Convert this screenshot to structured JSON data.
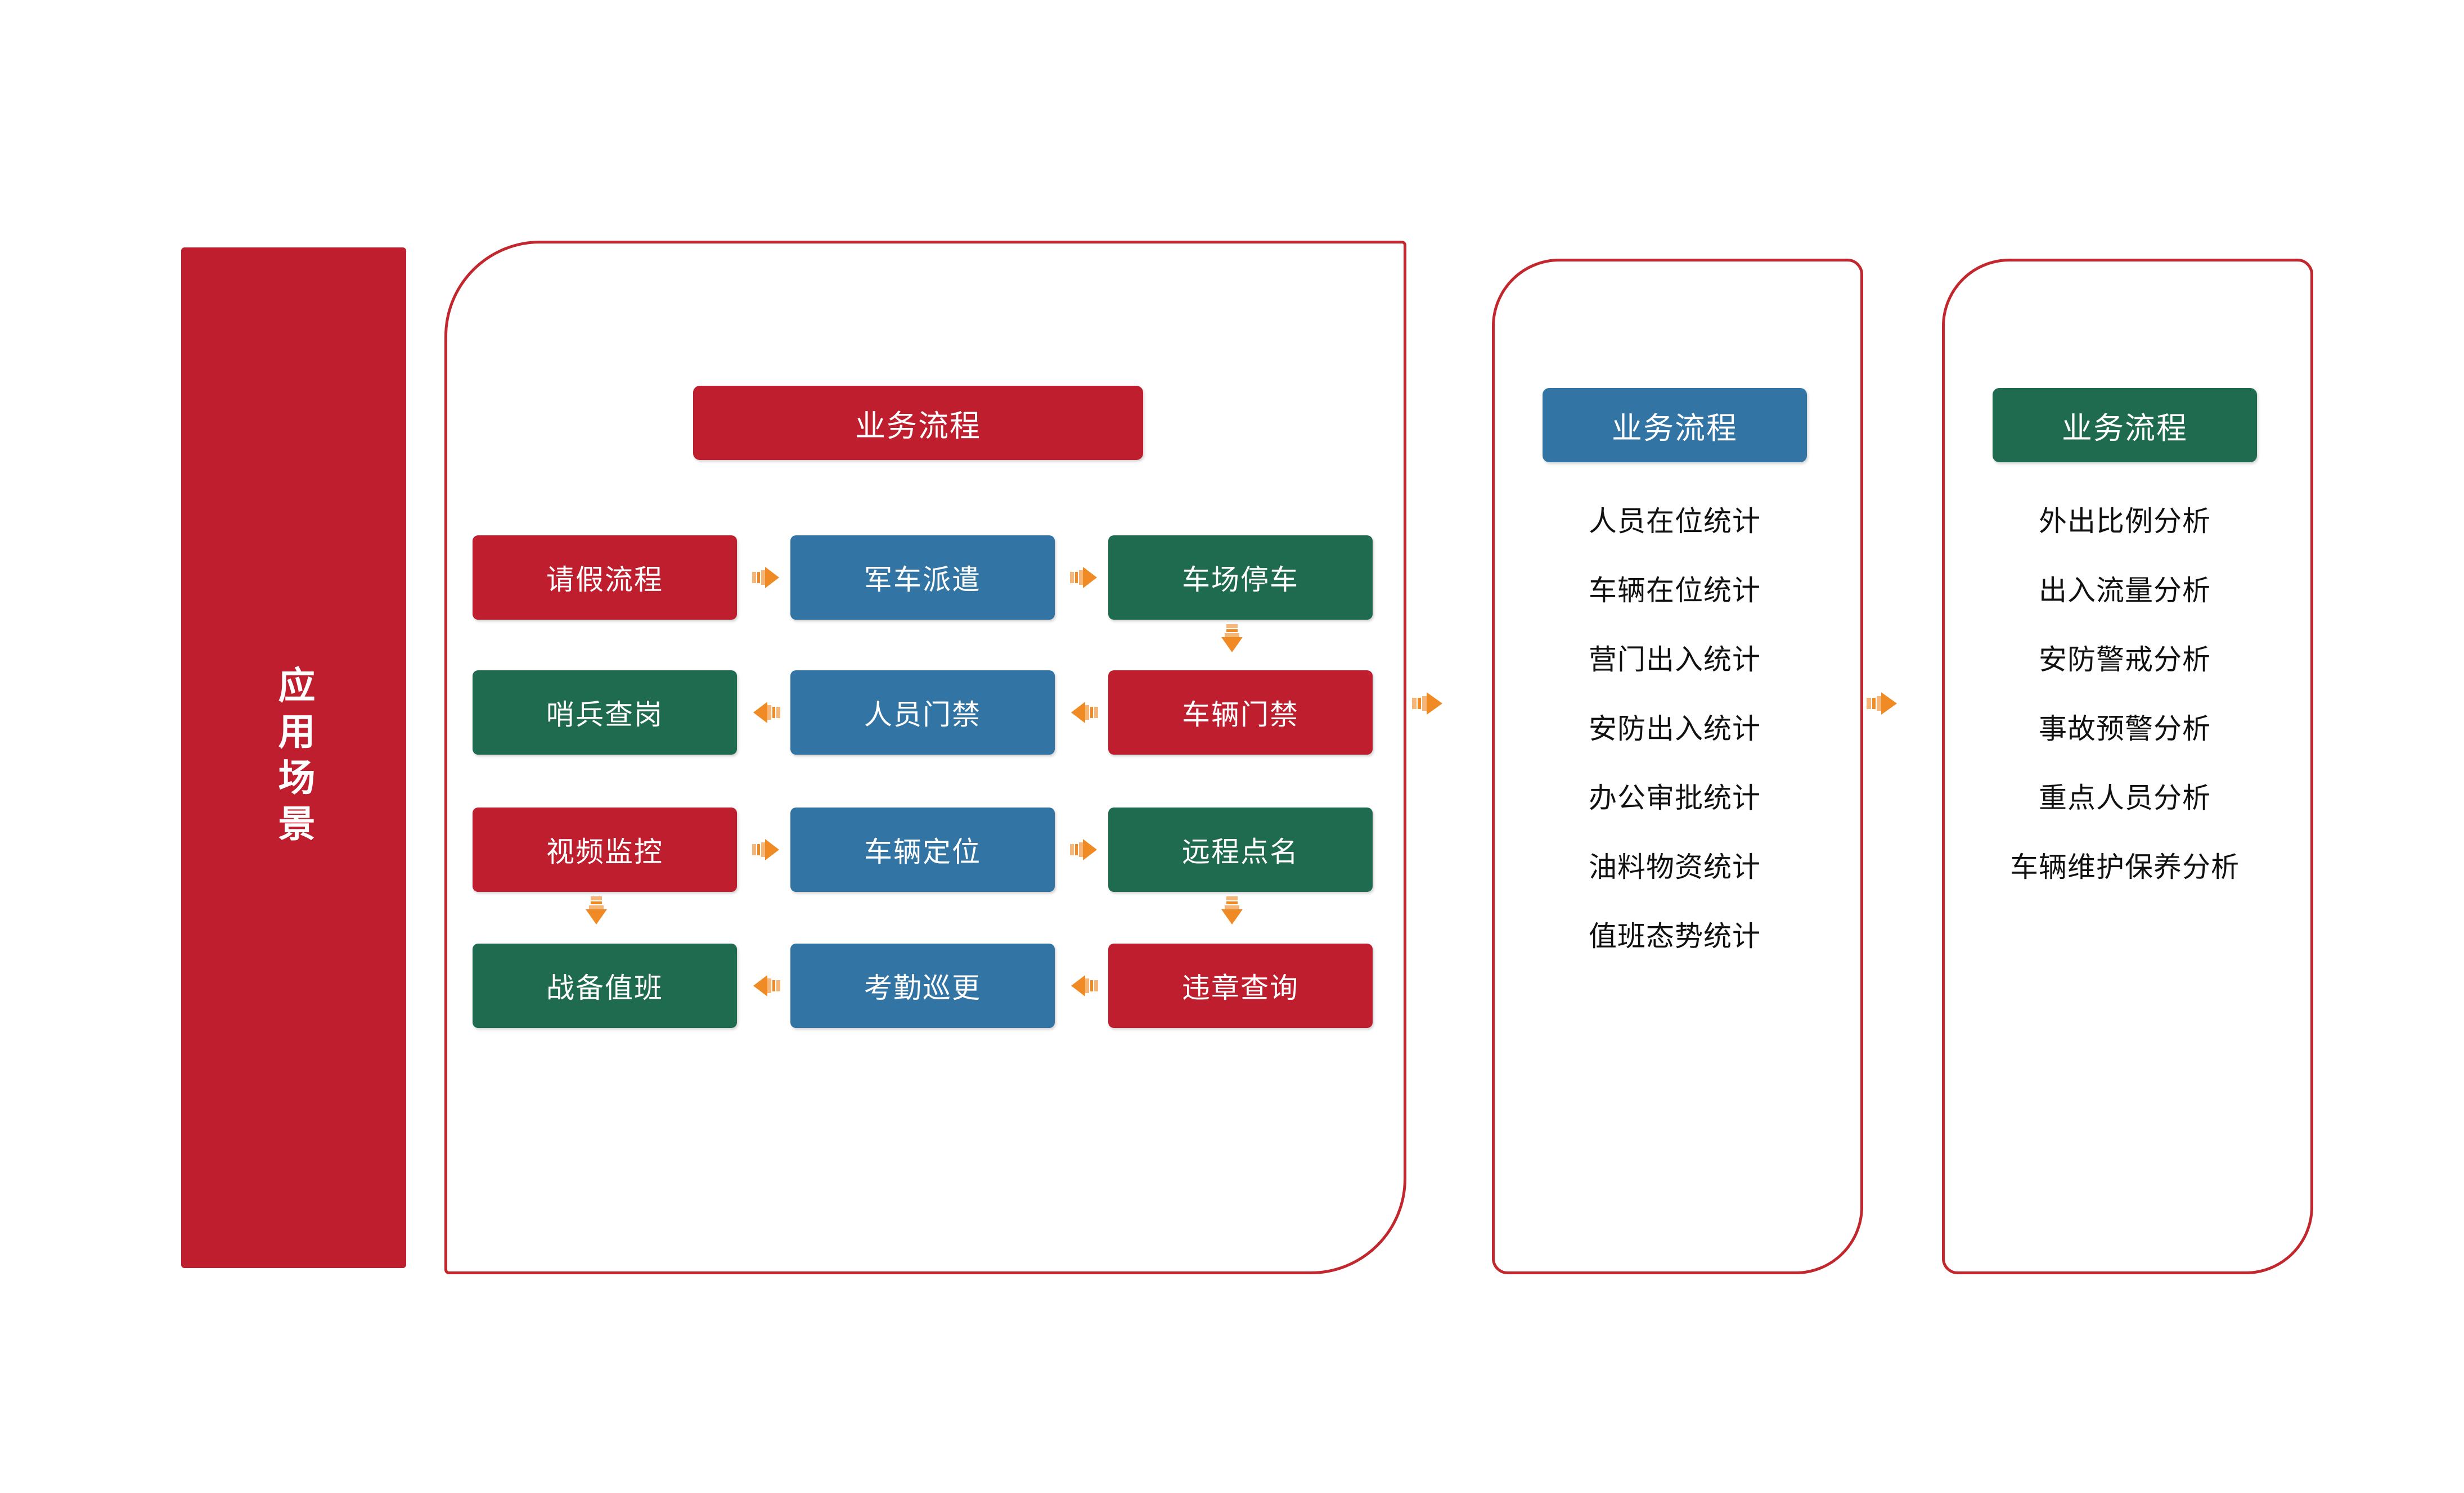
{
  "scenario": {
    "label": "应用场景"
  },
  "colors": {
    "red": "#BE1E2D",
    "blue": "#3274A3",
    "green": "#1F6B4F",
    "orange": "#F08A24",
    "outline": "#C1272D",
    "text_dark": "#111111",
    "background": "#FFFFFF"
  },
  "flow_panel": {
    "header": "业务流程",
    "rows": [
      {
        "direction": "right",
        "nodes": [
          {
            "label": "请假流程",
            "color": "red"
          },
          {
            "label": "军车派遣",
            "color": "blue"
          },
          {
            "label": "车场停车",
            "color": "green"
          }
        ]
      },
      {
        "direction": "left",
        "nodes": [
          {
            "label": "哨兵查岗",
            "color": "green"
          },
          {
            "label": "人员门禁",
            "color": "blue"
          },
          {
            "label": "车辆门禁",
            "color": "red"
          }
        ]
      },
      {
        "direction": "right",
        "nodes": [
          {
            "label": "视频监控",
            "color": "red"
          },
          {
            "label": "车辆定位",
            "color": "blue"
          },
          {
            "label": "远程点名",
            "color": "green"
          }
        ]
      },
      {
        "direction": "left",
        "nodes": [
          {
            "label": "战备值班",
            "color": "green"
          },
          {
            "label": "考勤巡更",
            "color": "blue"
          },
          {
            "label": "违章查询",
            "color": "red"
          }
        ]
      }
    ]
  },
  "stats_panel": {
    "header": "业务流程",
    "items": [
      "人员在位统计",
      "车辆在位统计",
      "营门出入统计",
      "安防出入统计",
      "办公审批统计",
      "油料物资统计",
      "值班态势统计"
    ]
  },
  "analysis_panel": {
    "header": "业务流程",
    "items": [
      "外出比例分析",
      "出入流量分析",
      "安防警戒分析",
      "事故预警分析",
      "重点人员分析",
      "车辆维护保养分析"
    ]
  }
}
